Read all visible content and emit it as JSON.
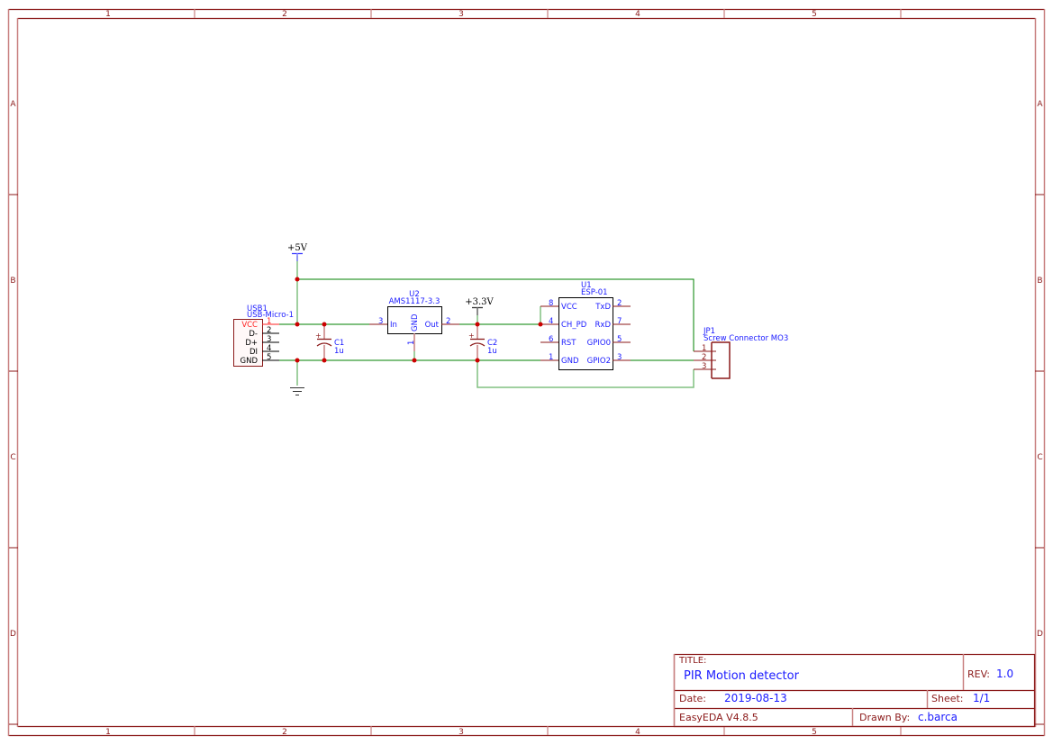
{
  "frame": {
    "columns": [
      "1",
      "2",
      "3",
      "4",
      "5"
    ],
    "rows": [
      "A",
      "B",
      "C",
      "D"
    ],
    "border_color": "#8b1a1a",
    "border_light_color": "#c88080"
  },
  "colors": {
    "wire": "#008000",
    "wire_light": "#80c080",
    "junction": "#cc0000",
    "part_outline": "#8b1a1a",
    "pin_number": "#1a1aff",
    "pin_name": "#1a1aff",
    "designator": "#1a1aff",
    "power_text": "#000000",
    "vcc_pin": "#ff2020",
    "pin_line": "#8b1a1a",
    "ic_outline": "#000000"
  },
  "power": {
    "p5v": "+5V",
    "p33v": "+3.3V"
  },
  "parts": {
    "usb1": {
      "designator": "USB1",
      "value": "USB-Micro-1",
      "pins": [
        {
          "name": "VCC",
          "num": "1"
        },
        {
          "name": "D-",
          "num": "2"
        },
        {
          "name": "D+",
          "num": "3"
        },
        {
          "name": "DI",
          "num": "4"
        },
        {
          "name": "GND",
          "num": "5"
        }
      ]
    },
    "c1": {
      "designator": "C1",
      "value": "1u"
    },
    "c2": {
      "designator": "C2",
      "value": "1u"
    },
    "u2": {
      "designator": "U2",
      "value": "AMS1117-3.3",
      "pin_in_name": "In",
      "pin_in_num": "3",
      "pin_out_name": "Out",
      "pin_out_num": "2",
      "pin_gnd_name": "GND",
      "pin_gnd_num": "1"
    },
    "u1": {
      "designator": "U1",
      "value": "ESP-01",
      "left_pins": [
        {
          "name": "VCC",
          "num": "8"
        },
        {
          "name": "CH_PD",
          "num": "4"
        },
        {
          "name": "RST",
          "num": "6"
        },
        {
          "name": "GND",
          "num": "1"
        }
      ],
      "right_pins": [
        {
          "name": "TxD",
          "num": "2"
        },
        {
          "name": "RxD",
          "num": "7"
        },
        {
          "name": "GPIO0",
          "num": "5"
        },
        {
          "name": "GPIO2",
          "num": "3"
        }
      ]
    },
    "jp1": {
      "designator": "JP1",
      "value": "Screw Connector MO3",
      "pins": [
        "1",
        "2",
        "3"
      ]
    }
  },
  "title_block": {
    "title_label": "TITLE:",
    "title": "PIR Motion detector",
    "rev_label": "REV:",
    "rev": "1.0",
    "date_label": "Date:",
    "date": "2019-08-13",
    "sheet_label": "Sheet:",
    "sheet": "1/1",
    "software": "EasyEDA V4.8.5",
    "drawn_by_label": "Drawn By:",
    "drawn_by": "c.barca"
  }
}
